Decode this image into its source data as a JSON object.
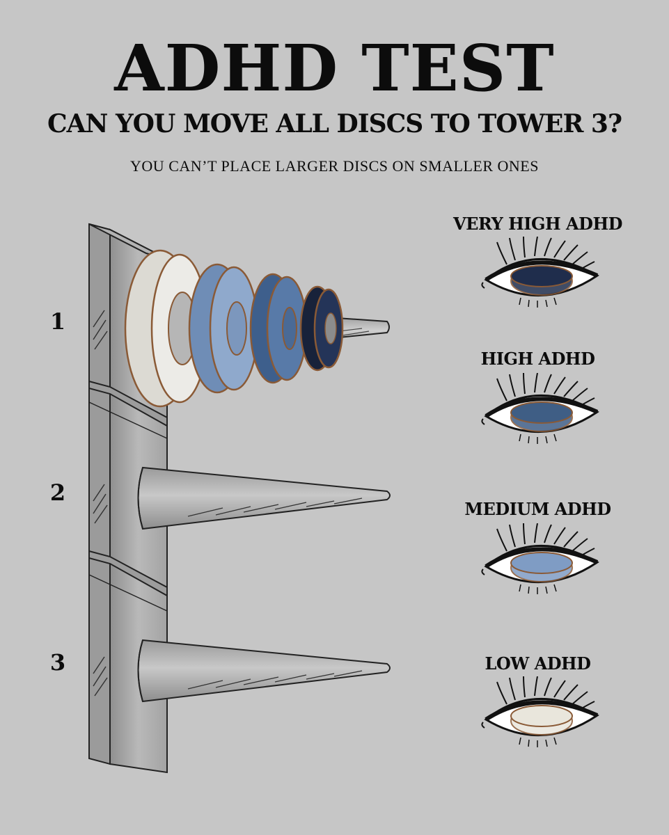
{
  "title": "ADHD TEST",
  "subtitle": "CAN YOU MOVE ALL DISCS TO TOWER 3?",
  "rule": "YOU CAN’T PLACE LARGER DISCS ON SMALLER ONES",
  "towers": [
    {
      "label": "1"
    },
    {
      "label": "2"
    },
    {
      "label": "3"
    }
  ],
  "levels": [
    {
      "label": "VERY HIGH ADHD",
      "disc_color": "#1f2d4c"
    },
    {
      "label": "HIGH ADHD",
      "disc_color": "#3f5e85"
    },
    {
      "label": "MEDIUM ADHD",
      "disc_color": "#7f9cc4"
    },
    {
      "label": "LOW ADHD",
      "disc_color": "#e9e6dc"
    }
  ],
  "colors": {
    "background": "#c6c6c6",
    "disc_rim": "#8a5a36",
    "disc_white": "#ecebe7",
    "disc_light_blue": "#7f9cc4",
    "disc_mid_blue": "#4d6f9c",
    "disc_dark_navy": "#1f2d4c",
    "tower_gray": "#a9a9a9"
  }
}
